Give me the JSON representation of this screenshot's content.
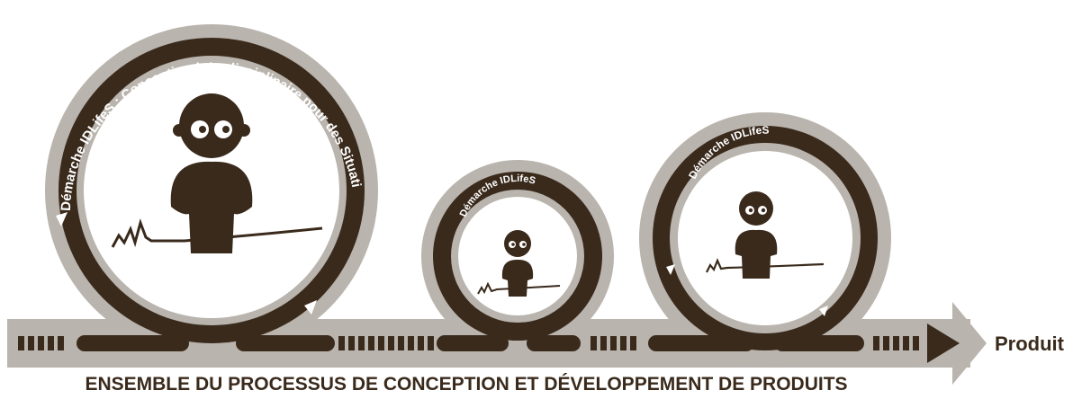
{
  "loops": [
    {
      "label": "Démarche IDLifeS : Conception Interdisciplinaire pour des Situations de Vie"
    },
    {
      "label": "Démarche IDLifeS"
    },
    {
      "label": "Démarche IDLifeS"
    }
  ],
  "end_label": "Produit",
  "bottom_caption": "ENSEMBLE DU PROCESSUS DE CONCEPTION ET DÉVELOPPEMENT DE PRODUITS",
  "colors": {
    "dark": "#3a2a1c",
    "gray": "#b9b4ad",
    "white": "#ffffff"
  }
}
